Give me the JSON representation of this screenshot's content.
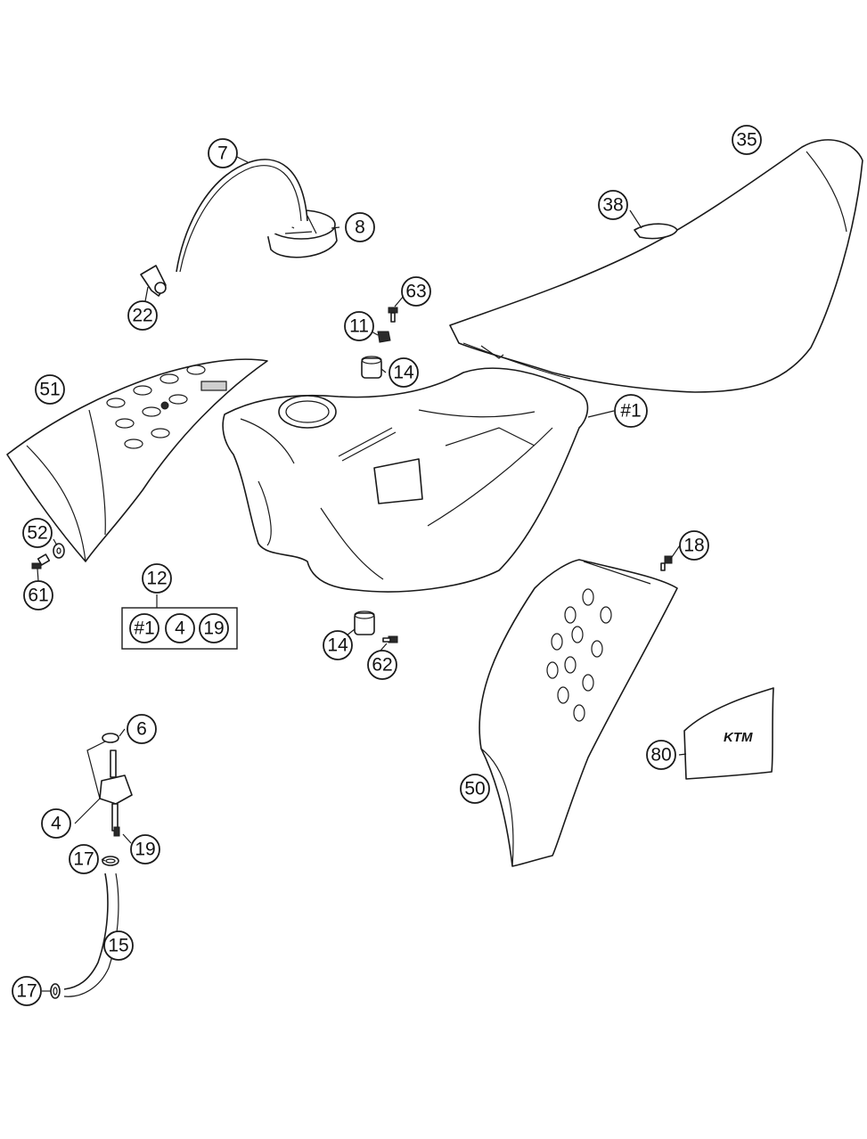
{
  "callouts": {
    "c7": "7",
    "c8": "8",
    "c22": "22",
    "c35": "35",
    "c38": "38",
    "c63": "63",
    "c11": "11",
    "c14a": "14",
    "c1a": "#1",
    "c51": "51",
    "c52": "52",
    "c61": "61",
    "c12": "12",
    "c12_item1": "#1",
    "c12_item2": "4",
    "c12_item3": "19",
    "c14b": "14",
    "c62": "62",
    "c18": "18",
    "c6": "6",
    "c4": "4",
    "c19": "19",
    "c17a": "17",
    "c15": "15",
    "c17b": "17",
    "c80": "80",
    "c50": "50"
  },
  "logo": {
    "text": "KTM",
    "icon": "ktm-logo-decal"
  }
}
